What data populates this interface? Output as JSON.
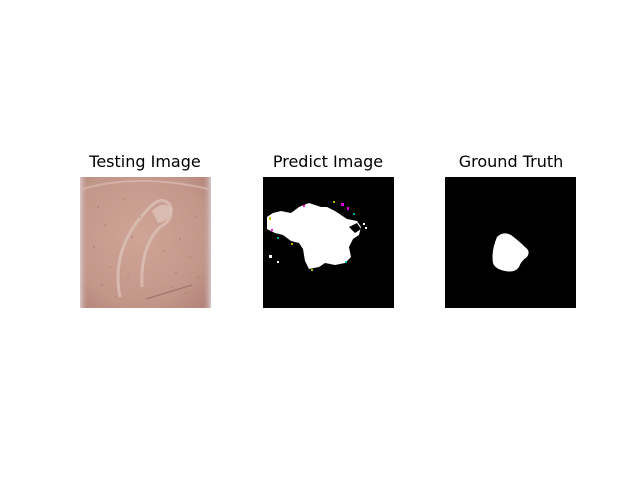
{
  "panels": [
    {
      "title": "Testing Image"
    },
    {
      "title": "Predict Image"
    },
    {
      "title": "Ground Truth"
    }
  ],
  "colors": {
    "background": "#ffffff",
    "skin": "#c69a8e",
    "mask_foreground": "#ffffff",
    "mask_background": "#000000"
  }
}
